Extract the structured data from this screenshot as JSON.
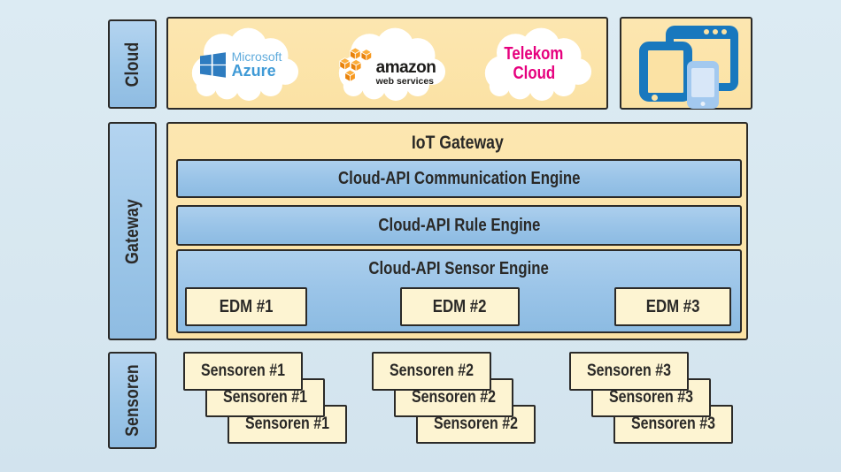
{
  "colors": {
    "background": "#d8e8f1",
    "panel_cream": "#fbe2a4",
    "box_pale_yellow": "#fdf4d2",
    "engine_blue": "#9ac4e8",
    "label_blue": "#9cc6e8",
    "border_dark": "#2b2a28",
    "telekom_magenta": "#e6007e",
    "azure_blue": "#3f9ad6",
    "aws_orange": "#f7981f",
    "device_blue": "#1878be",
    "device_light_blue": "#a3c9ef"
  },
  "side_labels": {
    "cloud": "Cloud",
    "gateway": "Gateway",
    "sensors": "Sensoren"
  },
  "cloud_layer": {
    "azure": {
      "line1": "Microsoft",
      "line2": "Azure"
    },
    "aws": {
      "line1": "amazon",
      "line2": "web services"
    },
    "telekom": {
      "line1": "Telekom",
      "line2": "Cloud"
    }
  },
  "gateway_layer": {
    "title": "IoT Gateway",
    "communication_engine": "Cloud-API Communication Engine",
    "rule_engine": "Cloud-API Rule Engine",
    "sensor_engine": "Cloud-API Sensor Engine",
    "edm_modules": [
      "EDM #1",
      "EDM #2",
      "EDM #3"
    ]
  },
  "sensor_layer": {
    "groups": [
      {
        "label": "Sensoren #1"
      },
      {
        "label": "Sensoren #2"
      },
      {
        "label": "Sensoren #3"
      }
    ]
  }
}
